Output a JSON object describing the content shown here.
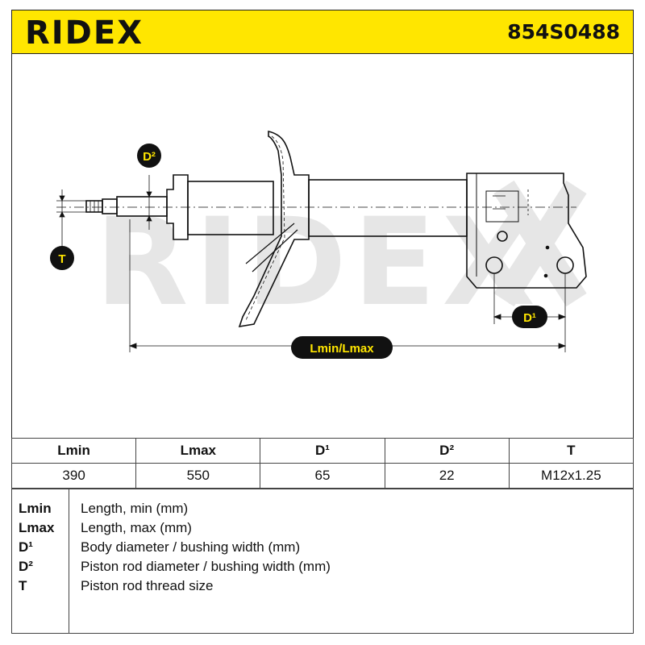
{
  "header": {
    "brand": "RIDEX",
    "part_number": "854S0488"
  },
  "diagram": {
    "watermark": "RIDEX",
    "labels": {
      "d2": "D²",
      "t": "T",
      "d1": "D¹",
      "length": "Lmin/Lmax"
    }
  },
  "table": {
    "headers": [
      "Lmin",
      "Lmax",
      "D¹",
      "D²",
      "T"
    ],
    "values": [
      "390",
      "550",
      "65",
      "22",
      "M12x1.25"
    ]
  },
  "legend": [
    {
      "key": "Lmin",
      "desc": "Length, min (mm)"
    },
    {
      "key": "Lmax",
      "desc": "Length, max (mm)"
    },
    {
      "key": "D¹",
      "desc": "Body diameter / bushing width (mm)"
    },
    {
      "key": "D²",
      "desc": "Piston rod diameter / bushing width (mm)"
    },
    {
      "key": "T",
      "desc": "Piston rod thread size"
    }
  ],
  "colors": {
    "accent_yellow": "#ffe600",
    "badge_black": "#111111",
    "watermark_gray": "#e6e6e6"
  }
}
